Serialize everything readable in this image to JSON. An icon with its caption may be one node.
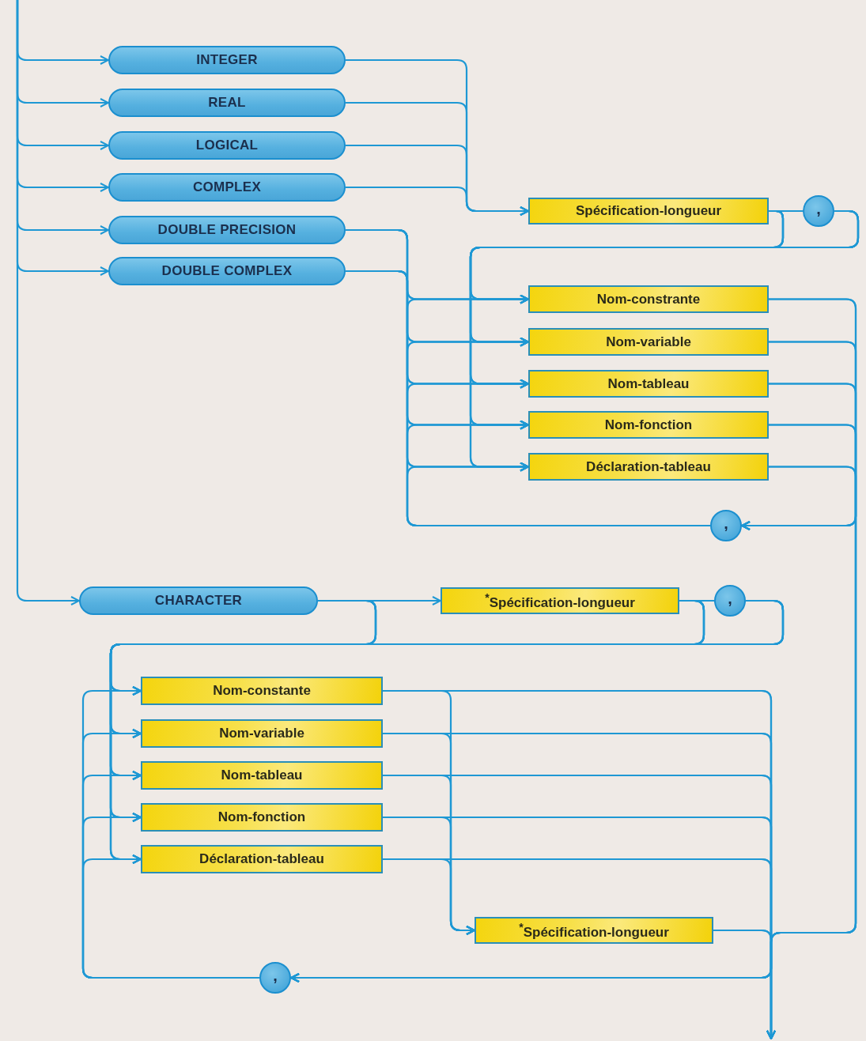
{
  "diagram": {
    "nodes": [
      {
        "text": [
          "INTEGER"
        ]
      },
      {
        "text": [
          "REAL"
        ]
      },
      {
        "text": [
          "LOGICAL"
        ]
      },
      {
        "text": [
          "COMPLEX"
        ]
      },
      {
        "text": [
          "DOUBLE PRECISION"
        ]
      },
      {
        "text": [
          "DOUBLE COMPLEX"
        ]
      },
      {
        "text": [
          "Spécification-longueur"
        ]
      },
      {
        "text": [
          ","
        ]
      },
      {
        "text": [
          "Nom-constrante"
        ]
      },
      {
        "text": [
          "Nom-variable"
        ]
      },
      {
        "text": [
          "Nom-tableau"
        ]
      },
      {
        "text": [
          "Nom-fonction"
        ]
      },
      {
        "text": [
          "Déclaration-tableau"
        ]
      },
      {
        "text": [
          ","
        ]
      },
      {
        "text": [
          "CHARACTER"
        ]
      },
      {
        "text": [
          "$^{*}$Spécification-longueur"
        ]
      },
      {
        "text": [
          ","
        ]
      },
      {
        "text": [
          "Nom-constante"
        ]
      },
      {
        "text": [
          "Nom-variable"
        ]
      },
      {
        "text": [
          "Nom-tableau"
        ]
      },
      {
        "text": [
          "Nom-fonction"
        ]
      },
      {
        "text": [
          "Déclaration-tableau"
        ]
      },
      {
        "text": [
          "$^{*}$Spécification-longueur"
        ]
      },
      {
        "text": [
          ","
        ]
      }
    ],
    "edges": [
      {
        "from": null,
        "to": 0,
        "arrow": "to"
      },
      {
        "from": null,
        "to": 1,
        "arrow": "to"
      },
      {
        "from": null,
        "to": 2,
        "arrow": "to"
      },
      {
        "from": null,
        "to": 3,
        "arrow": "to"
      },
      {
        "from": null,
        "to": 4,
        "arrow": "to"
      },
      {
        "from": null,
        "to": 5,
        "arrow": "to"
      },
      {
        "from": null,
        "to": 14,
        "arrow": "to"
      },
      {
        "from": 0,
        "to": 6,
        "arrow": "to"
      },
      {
        "from": 1,
        "to": 6,
        "arrow": "to"
      },
      {
        "from": 2,
        "to": 6,
        "arrow": "to"
      },
      {
        "from": 3,
        "to": 6,
        "arrow": "to"
      },
      {
        "from": 6,
        "to": 7,
        "arrow": "none"
      },
      {
        "from": 4,
        "to": 8,
        "arrow": "to"
      },
      {
        "from": 4,
        "to": 9,
        "arrow": "to"
      },
      {
        "from": 4,
        "to": 10,
        "arrow": "to"
      },
      {
        "from": 4,
        "to": 11,
        "arrow": "to"
      },
      {
        "from": 4,
        "to": 12,
        "arrow": "to"
      },
      {
        "from": 5,
        "to": 8,
        "arrow": "to"
      },
      {
        "from": 5,
        "to": 9,
        "arrow": "to"
      },
      {
        "from": 5,
        "to": 10,
        "arrow": "to"
      },
      {
        "from": 5,
        "to": 11,
        "arrow": "to"
      },
      {
        "from": 5,
        "to": 12,
        "arrow": "to"
      },
      {
        "from": 6,
        "to": 8,
        "arrow": "to"
      },
      {
        "from": 6,
        "to": 9,
        "arrow": "to"
      },
      {
        "from": 6,
        "to": 10,
        "arrow": "to"
      },
      {
        "from": 6,
        "to": 11,
        "arrow": "to"
      },
      {
        "from": 6,
        "to": 12,
        "arrow": "to"
      },
      {
        "from": 7,
        "to": 8,
        "arrow": "to"
      },
      {
        "from": 7,
        "to": 9,
        "arrow": "to"
      },
      {
        "from": 7,
        "to": 10,
        "arrow": "to"
      },
      {
        "from": 7,
        "to": 11,
        "arrow": "to"
      },
      {
        "from": 7,
        "to": 12,
        "arrow": "to"
      },
      {
        "from": 8,
        "to": 13,
        "arrow": "to"
      },
      {
        "from": 9,
        "to": 13,
        "arrow": "to"
      },
      {
        "from": 10,
        "to": 13,
        "arrow": "to"
      },
      {
        "from": 11,
        "to": 13,
        "arrow": "to"
      },
      {
        "from": 12,
        "to": 13,
        "arrow": "to"
      },
      {
        "from": 13,
        "to": 8,
        "arrow": "to"
      },
      {
        "from": 13,
        "to": 9,
        "arrow": "to"
      },
      {
        "from": 13,
        "to": 10,
        "arrow": "to"
      },
      {
        "from": 13,
        "to": 11,
        "arrow": "to"
      },
      {
        "from": 13,
        "to": 12,
        "arrow": "to"
      },
      {
        "from": 8,
        "to": null,
        "arrow": "to"
      },
      {
        "from": 9,
        "to": null,
        "arrow": "to"
      },
      {
        "from": 10,
        "to": null,
        "arrow": "to"
      },
      {
        "from": 11,
        "to": null,
        "arrow": "to"
      },
      {
        "from": 12,
        "to": null,
        "arrow": "to"
      },
      {
        "from": 14,
        "to": 15,
        "arrow": "to"
      },
      {
        "from": 14,
        "to": 17,
        "arrow": "to"
      },
      {
        "from": 14,
        "to": 18,
        "arrow": "to"
      },
      {
        "from": 14,
        "to": 19,
        "arrow": "to"
      },
      {
        "from": 14,
        "to": 20,
        "arrow": "to"
      },
      {
        "from": 14,
        "to": 21,
        "arrow": "to"
      },
      {
        "from": 15,
        "to": 16,
        "arrow": "none"
      },
      {
        "from": 15,
        "to": 17,
        "arrow": "to"
      },
      {
        "from": 15,
        "to": 18,
        "arrow": "to"
      },
      {
        "from": 15,
        "to": 19,
        "arrow": "to"
      },
      {
        "from": 15,
        "to": 20,
        "arrow": "to"
      },
      {
        "from": 15,
        "to": 21,
        "arrow": "to"
      },
      {
        "from": 16,
        "to": 17,
        "arrow": "to"
      },
      {
        "from": 16,
        "to": 18,
        "arrow": "to"
      },
      {
        "from": 16,
        "to": 19,
        "arrow": "to"
      },
      {
        "from": 16,
        "to": 20,
        "arrow": "to"
      },
      {
        "from": 16,
        "to": 21,
        "arrow": "to"
      },
      {
        "from": 17,
        "to": 22,
        "arrow": "to"
      },
      {
        "from": 18,
        "to": 22,
        "arrow": "to"
      },
      {
        "from": 19,
        "to": 22,
        "arrow": "to"
      },
      {
        "from": 20,
        "to": 22,
        "arrow": "to"
      },
      {
        "from": 21,
        "to": 22,
        "arrow": "to"
      },
      {
        "from": 17,
        "to": 23,
        "arrow": "to"
      },
      {
        "from": 18,
        "to": 23,
        "arrow": "to"
      },
      {
        "from": 19,
        "to": 23,
        "arrow": "to"
      },
      {
        "from": 20,
        "to": 23,
        "arrow": "to"
      },
      {
        "from": 21,
        "to": 23,
        "arrow": "to"
      },
      {
        "from": 17,
        "to": null,
        "arrow": "to"
      },
      {
        "from": 18,
        "to": null,
        "arrow": "to"
      },
      {
        "from": 19,
        "to": null,
        "arrow": "to"
      },
      {
        "from": 20,
        "to": null,
        "arrow": "to"
      },
      {
        "from": 21,
        "to": null,
        "arrow": "to"
      },
      {
        "from": 22,
        "to": 23,
        "arrow": "to"
      },
      {
        "from": 22,
        "to": null,
        "arrow": "to"
      },
      {
        "from": 23,
        "to": 17,
        "arrow": "to"
      },
      {
        "from": 23,
        "to": 18,
        "arrow": "to"
      },
      {
        "from": 23,
        "to": 19,
        "arrow": "to"
      },
      {
        "from": 23,
        "to": 20,
        "arrow": "to"
      },
      {
        "from": 23,
        "to": 21,
        "arrow": "to"
      }
    ]
  }
}
